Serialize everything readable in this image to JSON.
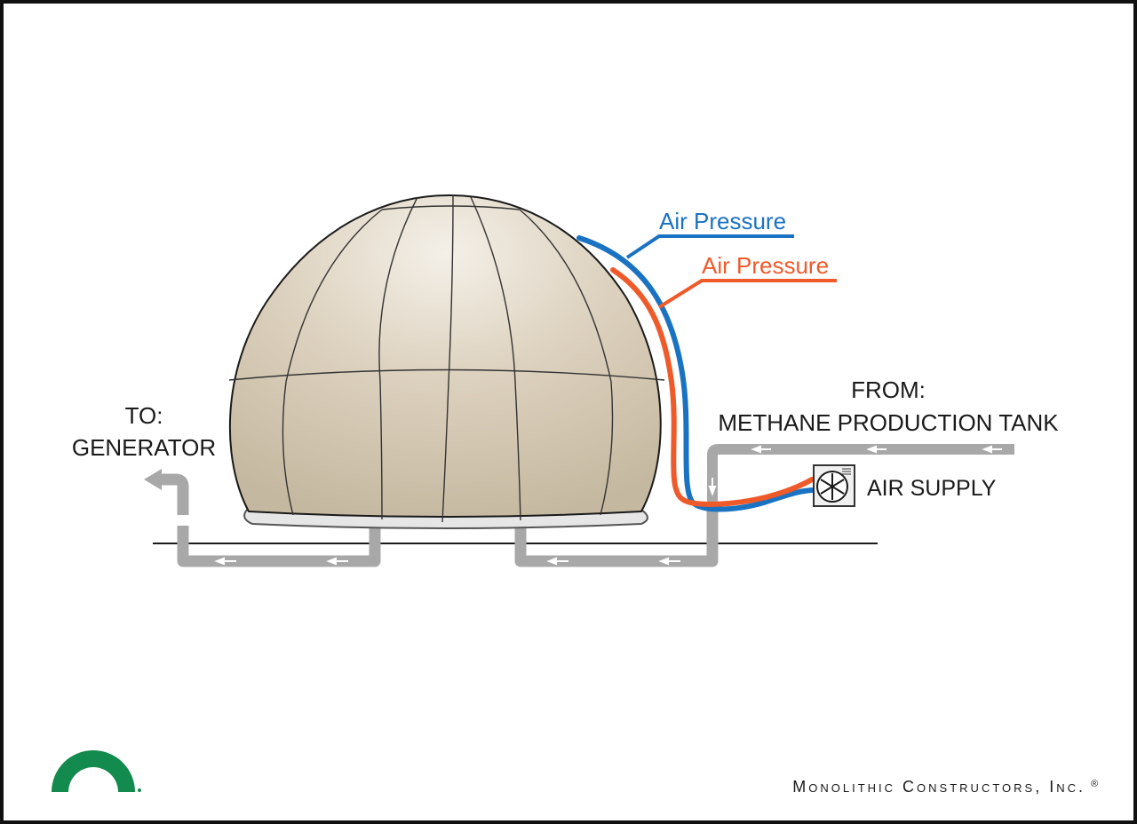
{
  "labels": {
    "air_pressure_blue": "Air Pressure",
    "air_pressure_orange": "Air Pressure",
    "from_line1": "FROM:",
    "from_line2": "METHANE PRODUCTION TANK",
    "air_supply": "AIR SUPPLY",
    "to_line1": "TO:",
    "to_line2": "GENERATOR",
    "company_name": "Monolithic Constructors, Inc.",
    "registered_mark": "®"
  },
  "icons": {
    "fan": "fan-icon",
    "logo": "dome-logo-icon"
  },
  "colors": {
    "dome_fill": "#d8ccb8",
    "dome_highlight": "#f4f0e8",
    "pipe_gray": "#a8a8a8",
    "air_blue": "#1a72c2",
    "air_orange": "#ef5a2a",
    "logo_green": "#138a4e",
    "ink": "#1a1a1a",
    "frame": "#111111"
  }
}
